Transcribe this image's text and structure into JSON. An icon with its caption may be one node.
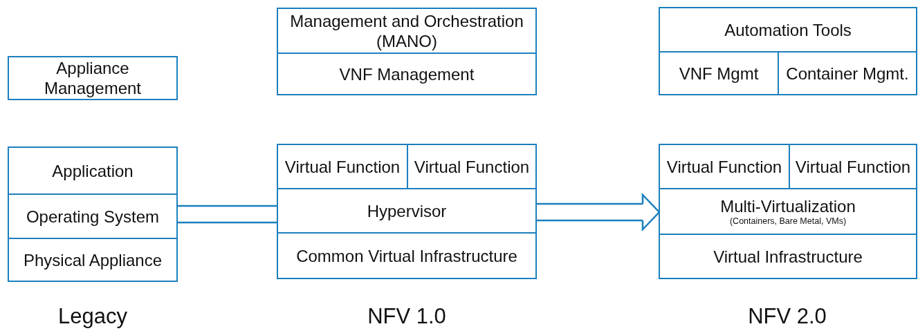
{
  "diagram": {
    "nodes": [
      {
        "text": [
          "Management and Orchestration (MANO)"
        ]
      },
      {
        "text": [
          "VNF Management"
        ]
      },
      {
        "text": [
          "Automation Tools"
        ]
      },
      {
        "text": [
          "VNF Mgmt"
        ]
      },
      {
        "text": [
          "Container Mgmt."
        ]
      },
      {
        "text": [
          "Appliance Management"
        ]
      },
      {
        "text": [
          "Application"
        ]
      },
      {
        "text": [
          "Operating System"
        ]
      },
      {
        "text": [
          "Physical Appliance"
        ]
      },
      {
        "text": [
          "Virtual Function"
        ]
      },
      {
        "text": [
          "Virtual Function"
        ]
      },
      {
        "text": [
          "Hypervisor"
        ]
      },
      {
        "text": [
          "Common Virtual Infrastructure"
        ]
      },
      {
        "text": [
          "Virtual Function"
        ]
      },
      {
        "text": [
          "Virtual Function"
        ]
      },
      {
        "text": [
          "Multi-Virtualization",
          "(Containers, Bare Metal, VMs)"
        ]
      },
      {
        "text": [
          "Virtual Infrastructure"
        ]
      }
    ],
    "edges": [
      {
        "from": 7,
        "to": 11,
        "arrow": "none"
      },
      {
        "from": 11,
        "to": 15,
        "arrow": "to"
      }
    ],
    "labels": [
      "Legacy",
      "NFV 1.0",
      "NFV 2.0"
    ]
  }
}
